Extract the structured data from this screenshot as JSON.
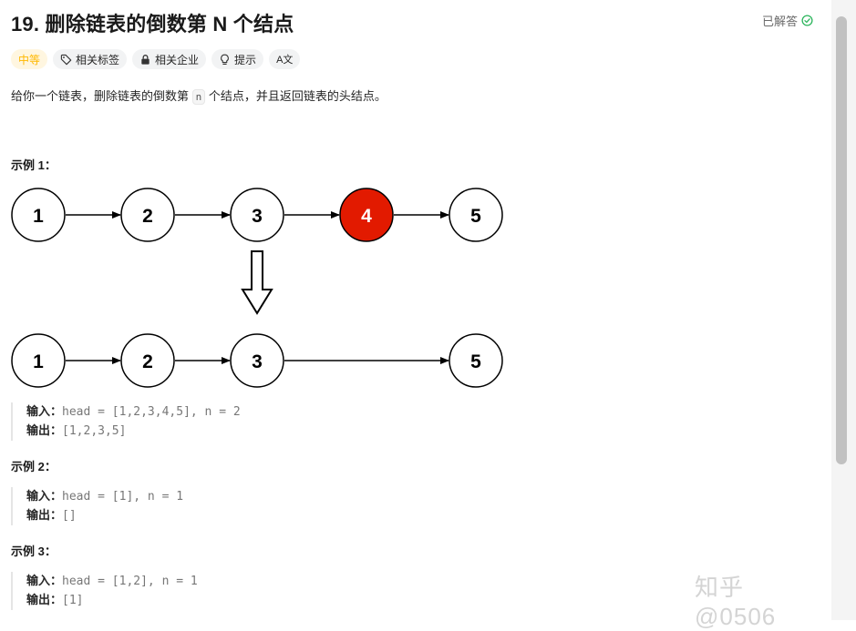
{
  "header": {
    "title": "19. 删除链表的倒数第 N 个结点",
    "solved_label": "已解答"
  },
  "tags": [
    {
      "label": "中等",
      "icon": "none"
    },
    {
      "label": "相关标签",
      "icon": "tag-icon"
    },
    {
      "label": "相关企业",
      "icon": "lock-icon"
    },
    {
      "label": "提示",
      "icon": "lightbulb-icon"
    },
    {
      "label": "",
      "icon": "translate-icon",
      "glyph": "A文"
    }
  ],
  "description": {
    "before": "给你一个链表，删除链表的倒数第 ",
    "code": "n",
    "after": " 个结点，并且返回链表的头结点。"
  },
  "examples": [
    {
      "title": "示例 1：",
      "input_label": "输入：",
      "input_value": "head = [1,2,3,4,5], n = 2",
      "output_label": "输出：",
      "output_value": "[1,2,3,5]"
    },
    {
      "title": "示例 2：",
      "input_label": "输入：",
      "input_value": "head = [1], n = 1",
      "output_label": "输出：",
      "output_value": "[]"
    },
    {
      "title": "示例 3：",
      "input_label": "输入：",
      "input_value": "head = [1,2], n = 1",
      "output_label": "输出：",
      "output_value": "[1]"
    }
  ],
  "diagram": {
    "before_nodes": [
      "1",
      "2",
      "3",
      "4",
      "5"
    ],
    "removed_index": 3,
    "after_nodes": [
      "1",
      "2",
      "3",
      "5"
    ],
    "removed_color": "#e21a00"
  },
  "colors": {
    "difficulty": "#ffb800",
    "solved_check": "#2db55d"
  },
  "watermark": "知乎 @0506"
}
